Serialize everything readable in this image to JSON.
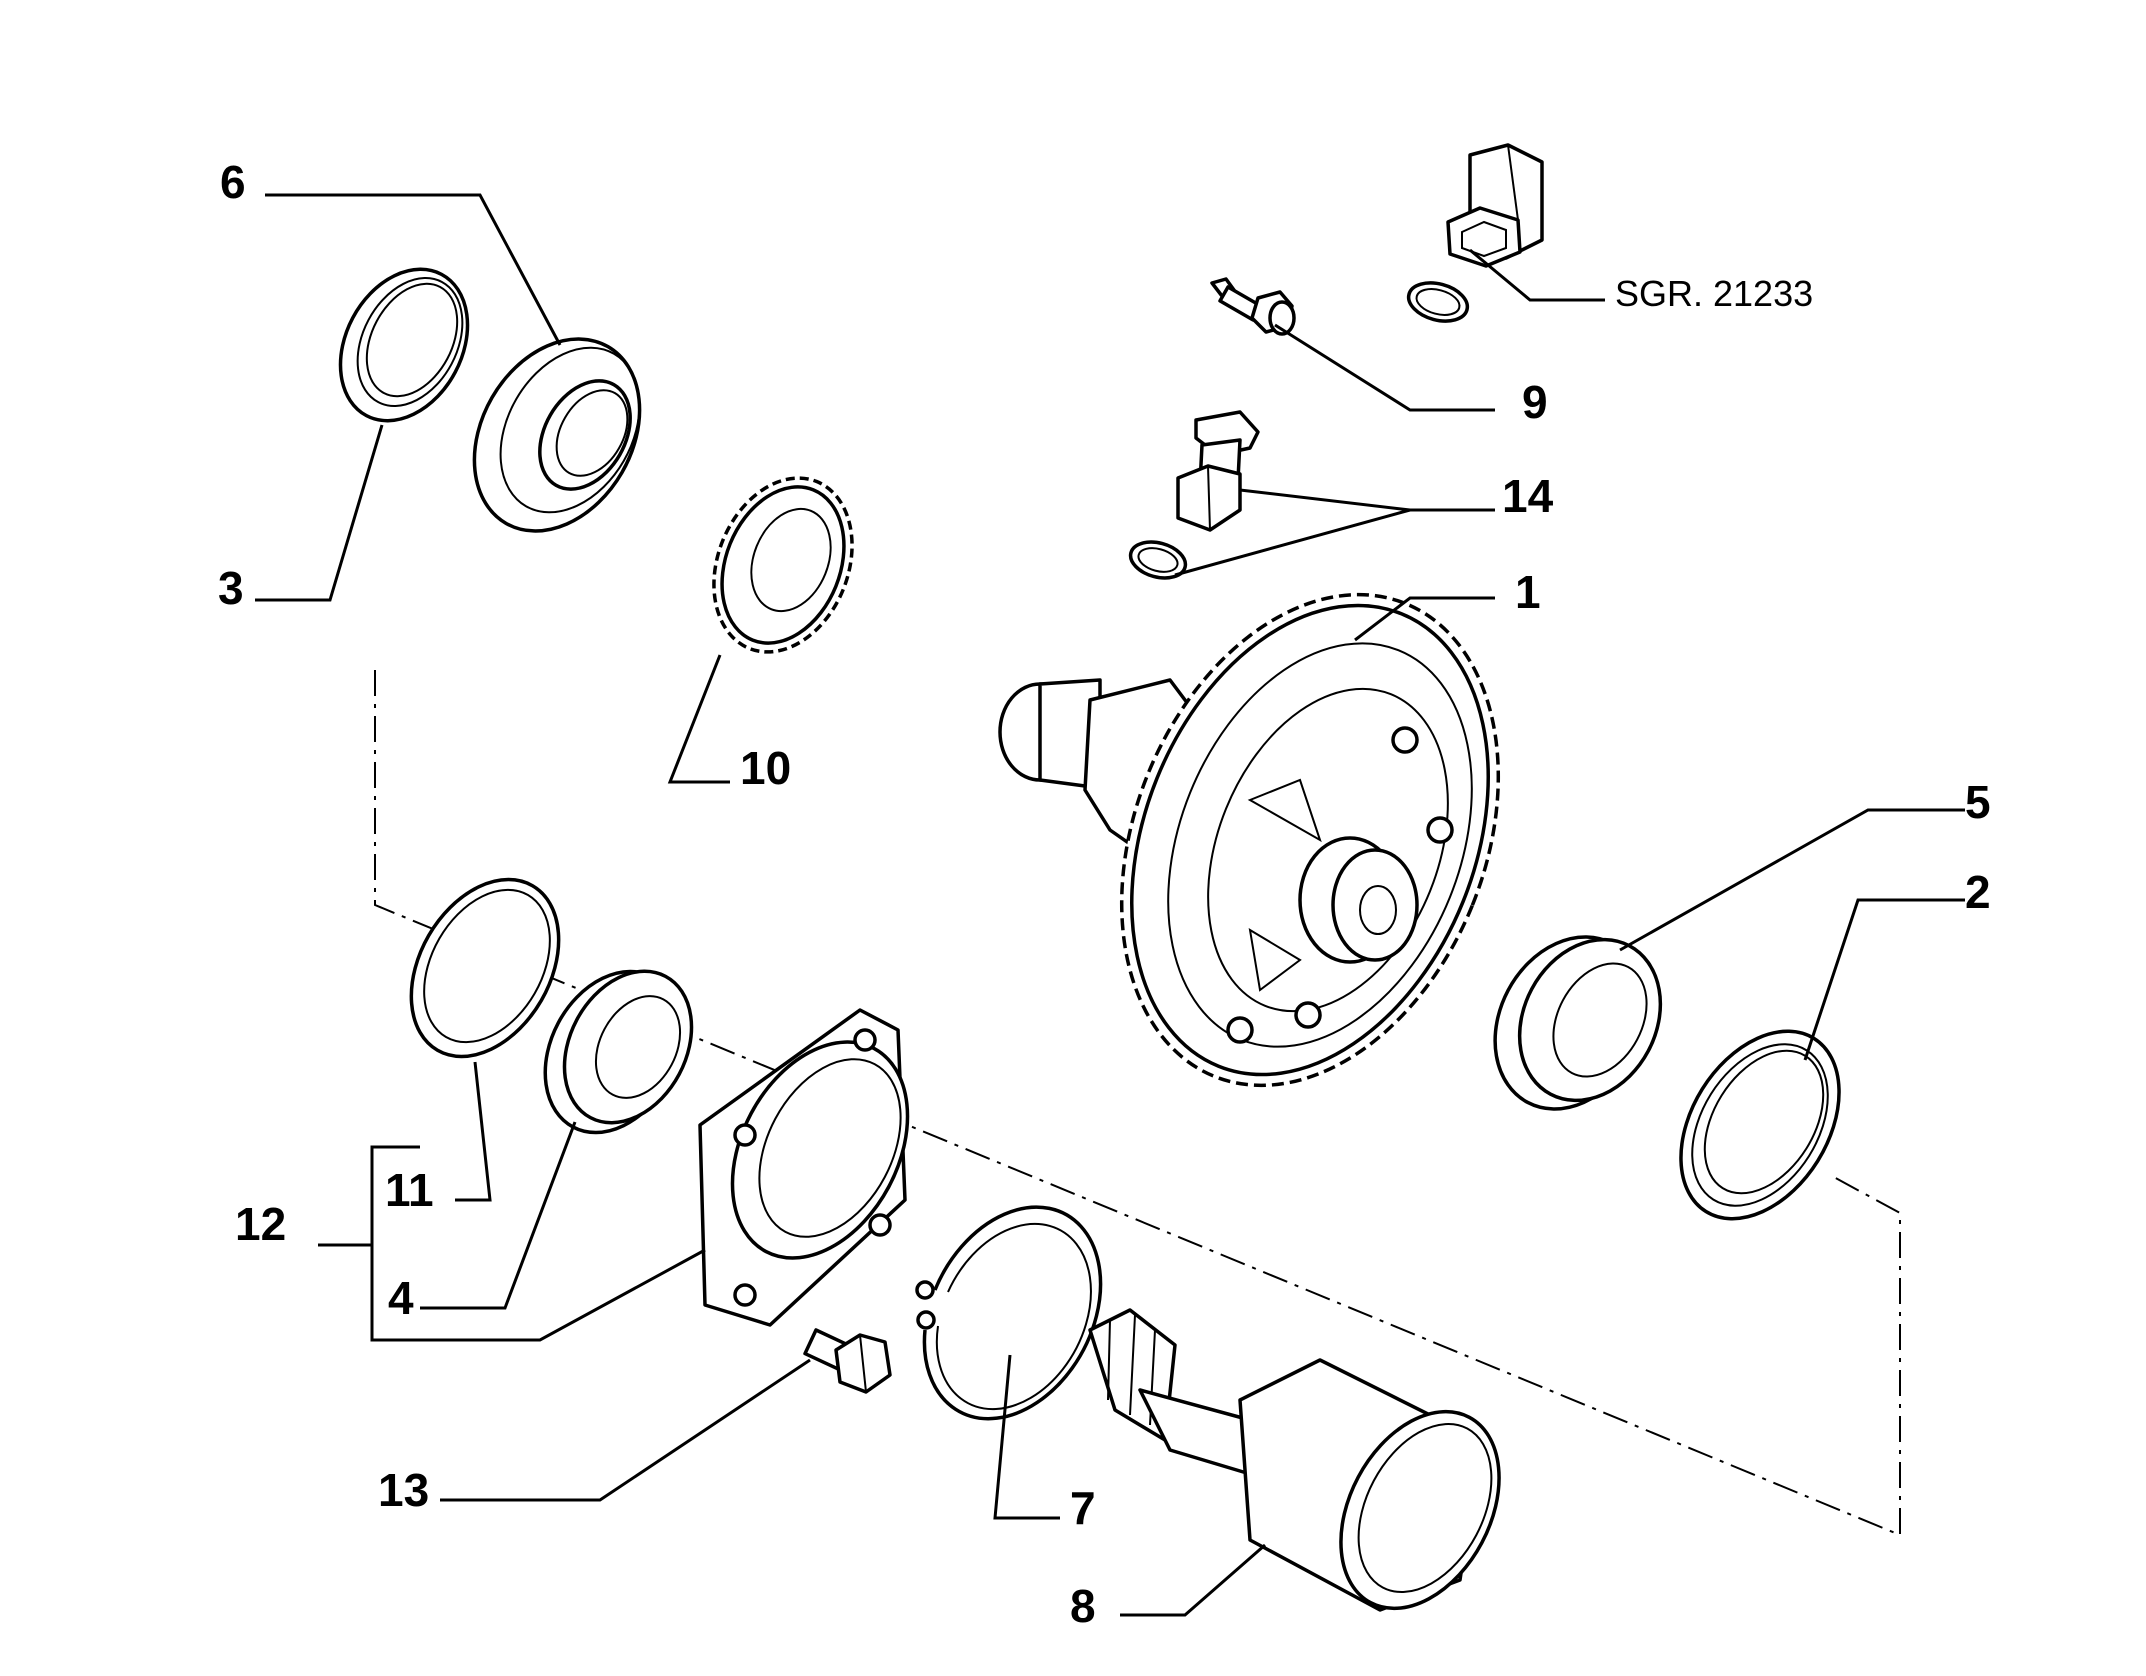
{
  "callouts": {
    "c1": "1",
    "c2": "2",
    "c3": "3",
    "c4": "4",
    "c5": "5",
    "c6": "6",
    "c7": "7",
    "c8": "8",
    "c9": "9",
    "c10": "10",
    "c11": "11",
    "c12": "12",
    "c13": "13",
    "c14": "14"
  },
  "reference": "SGR. 21233",
  "parts": [
    {
      "id": "seal-ring-3"
    },
    {
      "id": "bearing-6"
    },
    {
      "id": "gear-10"
    },
    {
      "id": "bolt-9"
    },
    {
      "id": "valve-14"
    },
    {
      "id": "hex-socket-sgr"
    },
    {
      "id": "differential-1"
    },
    {
      "id": "bearing-5"
    },
    {
      "id": "seal-ring-2"
    },
    {
      "id": "shim-ring-11"
    },
    {
      "id": "bearing-4"
    },
    {
      "id": "flange-plate-12"
    },
    {
      "id": "bolt-13"
    },
    {
      "id": "circlip-7"
    },
    {
      "id": "output-shaft-8"
    }
  ]
}
